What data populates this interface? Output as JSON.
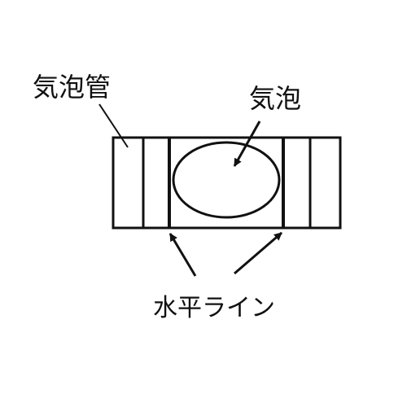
{
  "labels": {
    "vial": "気泡管",
    "bubble": "気泡",
    "horizontal_lines": "水平ライン"
  },
  "colors": {
    "stroke": "#111111",
    "background": "#ffffff"
  }
}
